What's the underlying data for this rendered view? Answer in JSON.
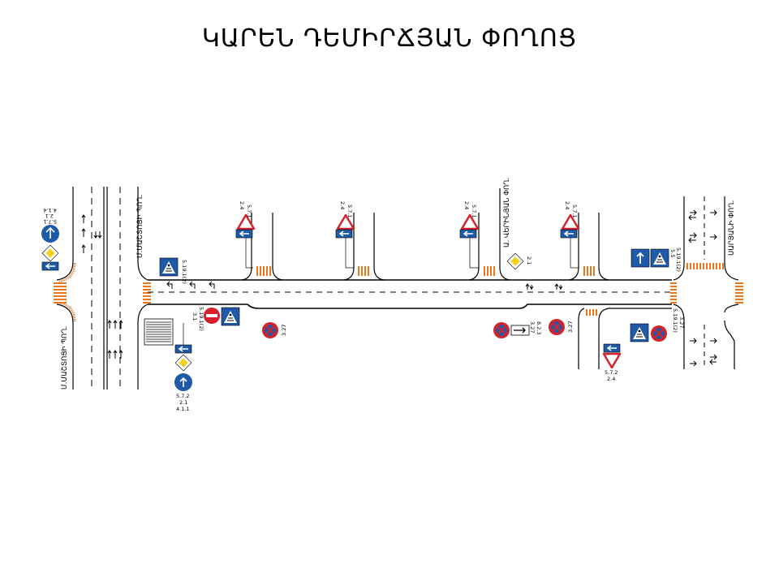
{
  "title": "ԿԱՐԵՆ ԴԵՄԻՐՃՅԱՆ ՓՈՂՈՑ",
  "streets": {
    "left_upper": "Մ.ՄԱՇՏՈՑԻ ՊՈՂ.",
    "left_lower": "Մ.ՄԱՇՏՈՑԻ ՊՈՂ.",
    "top_middle": "Ա. ՎԵՐԻՆՅԱՆ ՓՈՂ.",
    "right": "ՍԱՐՅԱՆԻ ՓՈՂ."
  },
  "sign_codes": {
    "far_left_line1": "5.7.1",
    "far_left_line2": "2.1",
    "far_left_line3": "4.1.4",
    "ped_left": "5.19.1(2)",
    "yield_1_a": "5.7.1",
    "yield_1_b": "2.4",
    "yield_2_a": "5.7.1",
    "yield_2_b": "2.4",
    "yield_3_a": "5.7.1",
    "yield_3_b": "2.4",
    "yield_4_a": "5.7.1",
    "yield_4_b": "2.4",
    "no_entry_a": "5.19.1(2)",
    "no_entry_b": "3.1",
    "no_stop_1": "3.27",
    "bottom_left_a": "5.7.2",
    "bottom_left_b": "2.1",
    "bottom_left_c": "4.1.1",
    "main_road_mid": "2.1",
    "no_stop_mid_a": "3.27",
    "no_stop_mid_b": "8.2.3",
    "no_stop_2": "3.27",
    "right_top_a": "5.5",
    "right_top_b": "5.19.1(2)",
    "right_bottom_a": "5.19.1(2)",
    "right_bottom_b": "3.27",
    "bottom_yield_a": "5.7.2",
    "bottom_yield_b": "2.4"
  },
  "colors": {
    "road_line": "#000000",
    "curb": "#e8771e",
    "sign_blue": "#1e5aa8",
    "sign_red": "#d6202a",
    "sign_yellow": "#f5d21a"
  }
}
